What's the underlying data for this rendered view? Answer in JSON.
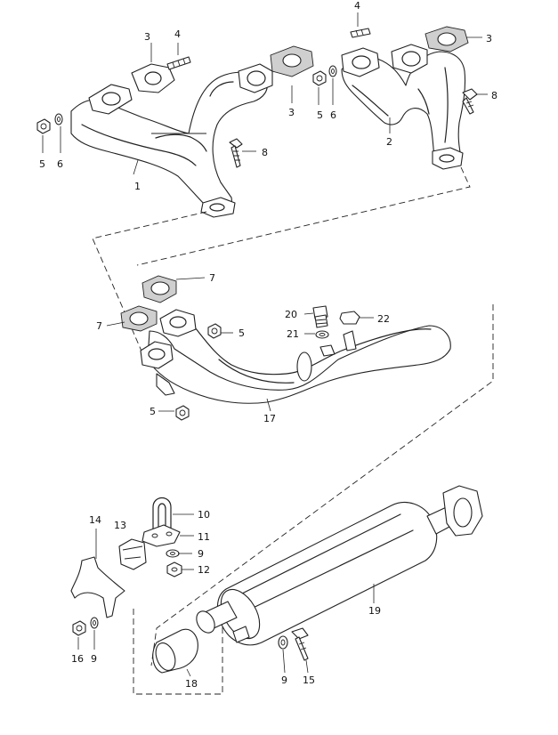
{
  "callouts": [
    {
      "key": "c1",
      "label": "1"
    },
    {
      "key": "c2",
      "label": "2"
    },
    {
      "key": "c3a",
      "label": "3"
    },
    {
      "key": "c3b",
      "label": "3"
    },
    {
      "key": "c3c",
      "label": "3"
    },
    {
      "key": "c4a",
      "label": "4"
    },
    {
      "key": "c4b",
      "label": "4"
    },
    {
      "key": "c5a",
      "label": "5"
    },
    {
      "key": "c5b",
      "label": "5"
    },
    {
      "key": "c5c",
      "label": "5"
    },
    {
      "key": "c5d",
      "label": "5"
    },
    {
      "key": "c6a",
      "label": "6"
    },
    {
      "key": "c6b",
      "label": "6"
    },
    {
      "key": "c7a",
      "label": "7"
    },
    {
      "key": "c7b",
      "label": "7"
    },
    {
      "key": "c8a",
      "label": "8"
    },
    {
      "key": "c8b",
      "label": "8"
    },
    {
      "key": "c9a",
      "label": "9"
    },
    {
      "key": "c9b",
      "label": "9"
    },
    {
      "key": "c9c",
      "label": "9"
    },
    {
      "key": "c10",
      "label": "10"
    },
    {
      "key": "c11",
      "label": "11"
    },
    {
      "key": "c12",
      "label": "12"
    },
    {
      "key": "c13",
      "label": "13"
    },
    {
      "key": "c14",
      "label": "14"
    },
    {
      "key": "c15",
      "label": "15"
    },
    {
      "key": "c16",
      "label": "16"
    },
    {
      "key": "c17",
      "label": "17"
    },
    {
      "key": "c18",
      "label": "18"
    },
    {
      "key": "c19",
      "label": "19"
    },
    {
      "key": "c20",
      "label": "20"
    },
    {
      "key": "c21",
      "label": "21"
    },
    {
      "key": "c22",
      "label": "22"
    }
  ]
}
